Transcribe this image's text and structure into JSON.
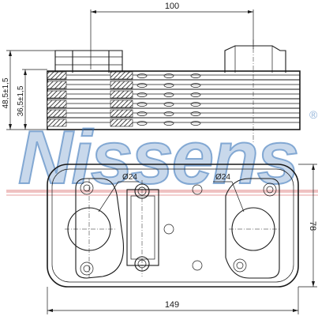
{
  "dimensions": {
    "top_width": "100",
    "left_height_outer": "48,5±1,5",
    "left_height_inner": "36,5±1,5",
    "hole_left": "Ø24",
    "hole_right": "Ø24",
    "bottom_width": "149",
    "right_height": "78"
  },
  "watermark": {
    "text": "Nissens",
    "registered": "®"
  },
  "colors": {
    "line": "#1a1a1a",
    "watermark_blue": "#2f6db5",
    "watermark_red": "#d14a4a"
  }
}
